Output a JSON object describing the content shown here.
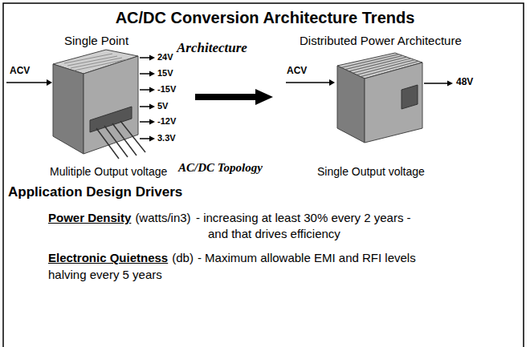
{
  "diagram": {
    "title": "AC/DC Conversion Architecture Trends",
    "nodes": [
      {
        "text": [
          "Single Point",
          "Mulitiple Output voltage"
        ]
      },
      {
        "text": [
          "Distributed Power Architecture",
          "Single Output voltage"
        ]
      }
    ],
    "edges": [
      {
        "from": 0,
        "to": 1,
        "arrow": "to"
      }
    ],
    "labels": [
      "Architecture",
      "AC/DC Topology",
      "ACV",
      "24V",
      "15V",
      "-15V",
      "5V",
      "-12V",
      "3.3V",
      "ACV",
      "48V",
      "Application Design Drivers",
      "Power Density",
      "(watts/in3)",
      "- increasing at least 30% every 2 years - and that drives efficiency",
      "Electronic Quietness",
      "(db)",
      "- Maximum allowable EMI and RFI levels halving every 5 years"
    ]
  }
}
